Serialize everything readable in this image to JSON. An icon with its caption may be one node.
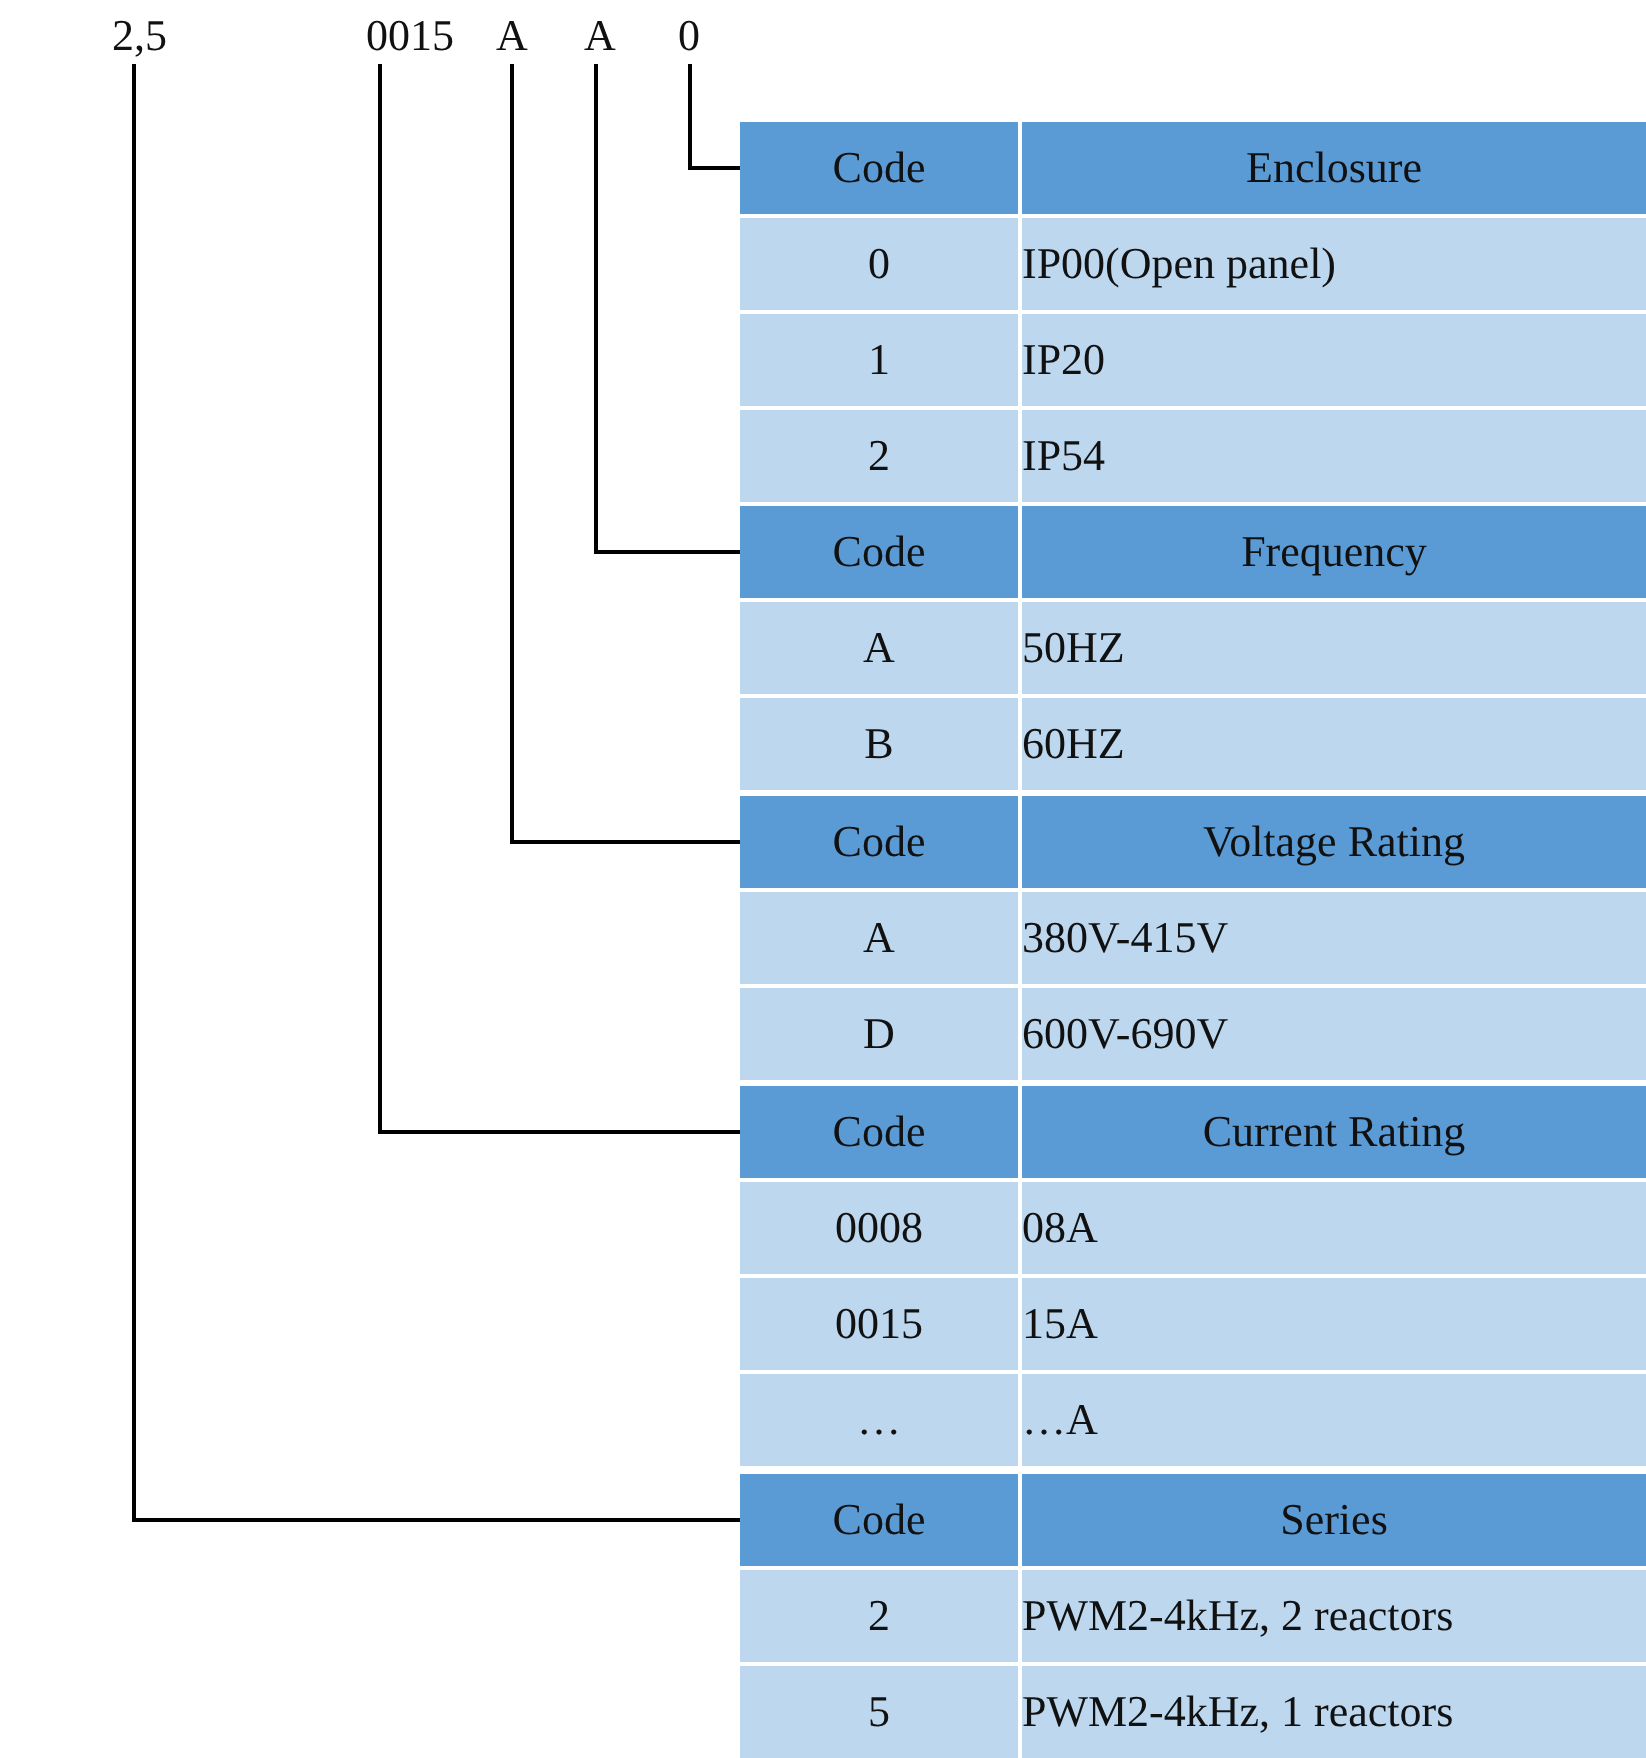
{
  "diagram": {
    "nodes": [
      {
        "text": [
          "2,5"
        ]
      },
      {
        "text": [
          "0015"
        ]
      },
      {
        "text": [
          "A"
        ]
      },
      {
        "text": [
          "A"
        ]
      },
      {
        "text": [
          "0"
        ]
      },
      {
        "text": [
          "Code",
          "Enclosure",
          "0",
          "IP00(Open panel)",
          "1",
          "IP20",
          "2",
          "IP54"
        ]
      },
      {
        "text": [
          "Code",
          "Frequency",
          "A",
          "50HZ",
          "B",
          "60HZ"
        ]
      },
      {
        "text": [
          "Code",
          "Voltage Rating",
          "A",
          "380V-415V",
          "D",
          "600V-690V"
        ]
      },
      {
        "text": [
          "Code",
          "Current Rating",
          "0008",
          "08A",
          "0015",
          "15A",
          "…",
          "…A"
        ]
      },
      {
        "text": [
          "Code",
          "Series",
          "2",
          "PWM2-4kHz, 2 reactors",
          "5",
          "PWM2-4kHz, 1 reactors"
        ]
      }
    ],
    "edges": [
      {
        "from": 4,
        "to": 5,
        "arrow": "none"
      },
      {
        "from": 3,
        "to": 6,
        "arrow": "none"
      },
      {
        "from": 2,
        "to": 7,
        "arrow": "none"
      },
      {
        "from": 1,
        "to": 8,
        "arrow": "none"
      },
      {
        "from": 0,
        "to": 9,
        "arrow": "none"
      }
    ]
  }
}
